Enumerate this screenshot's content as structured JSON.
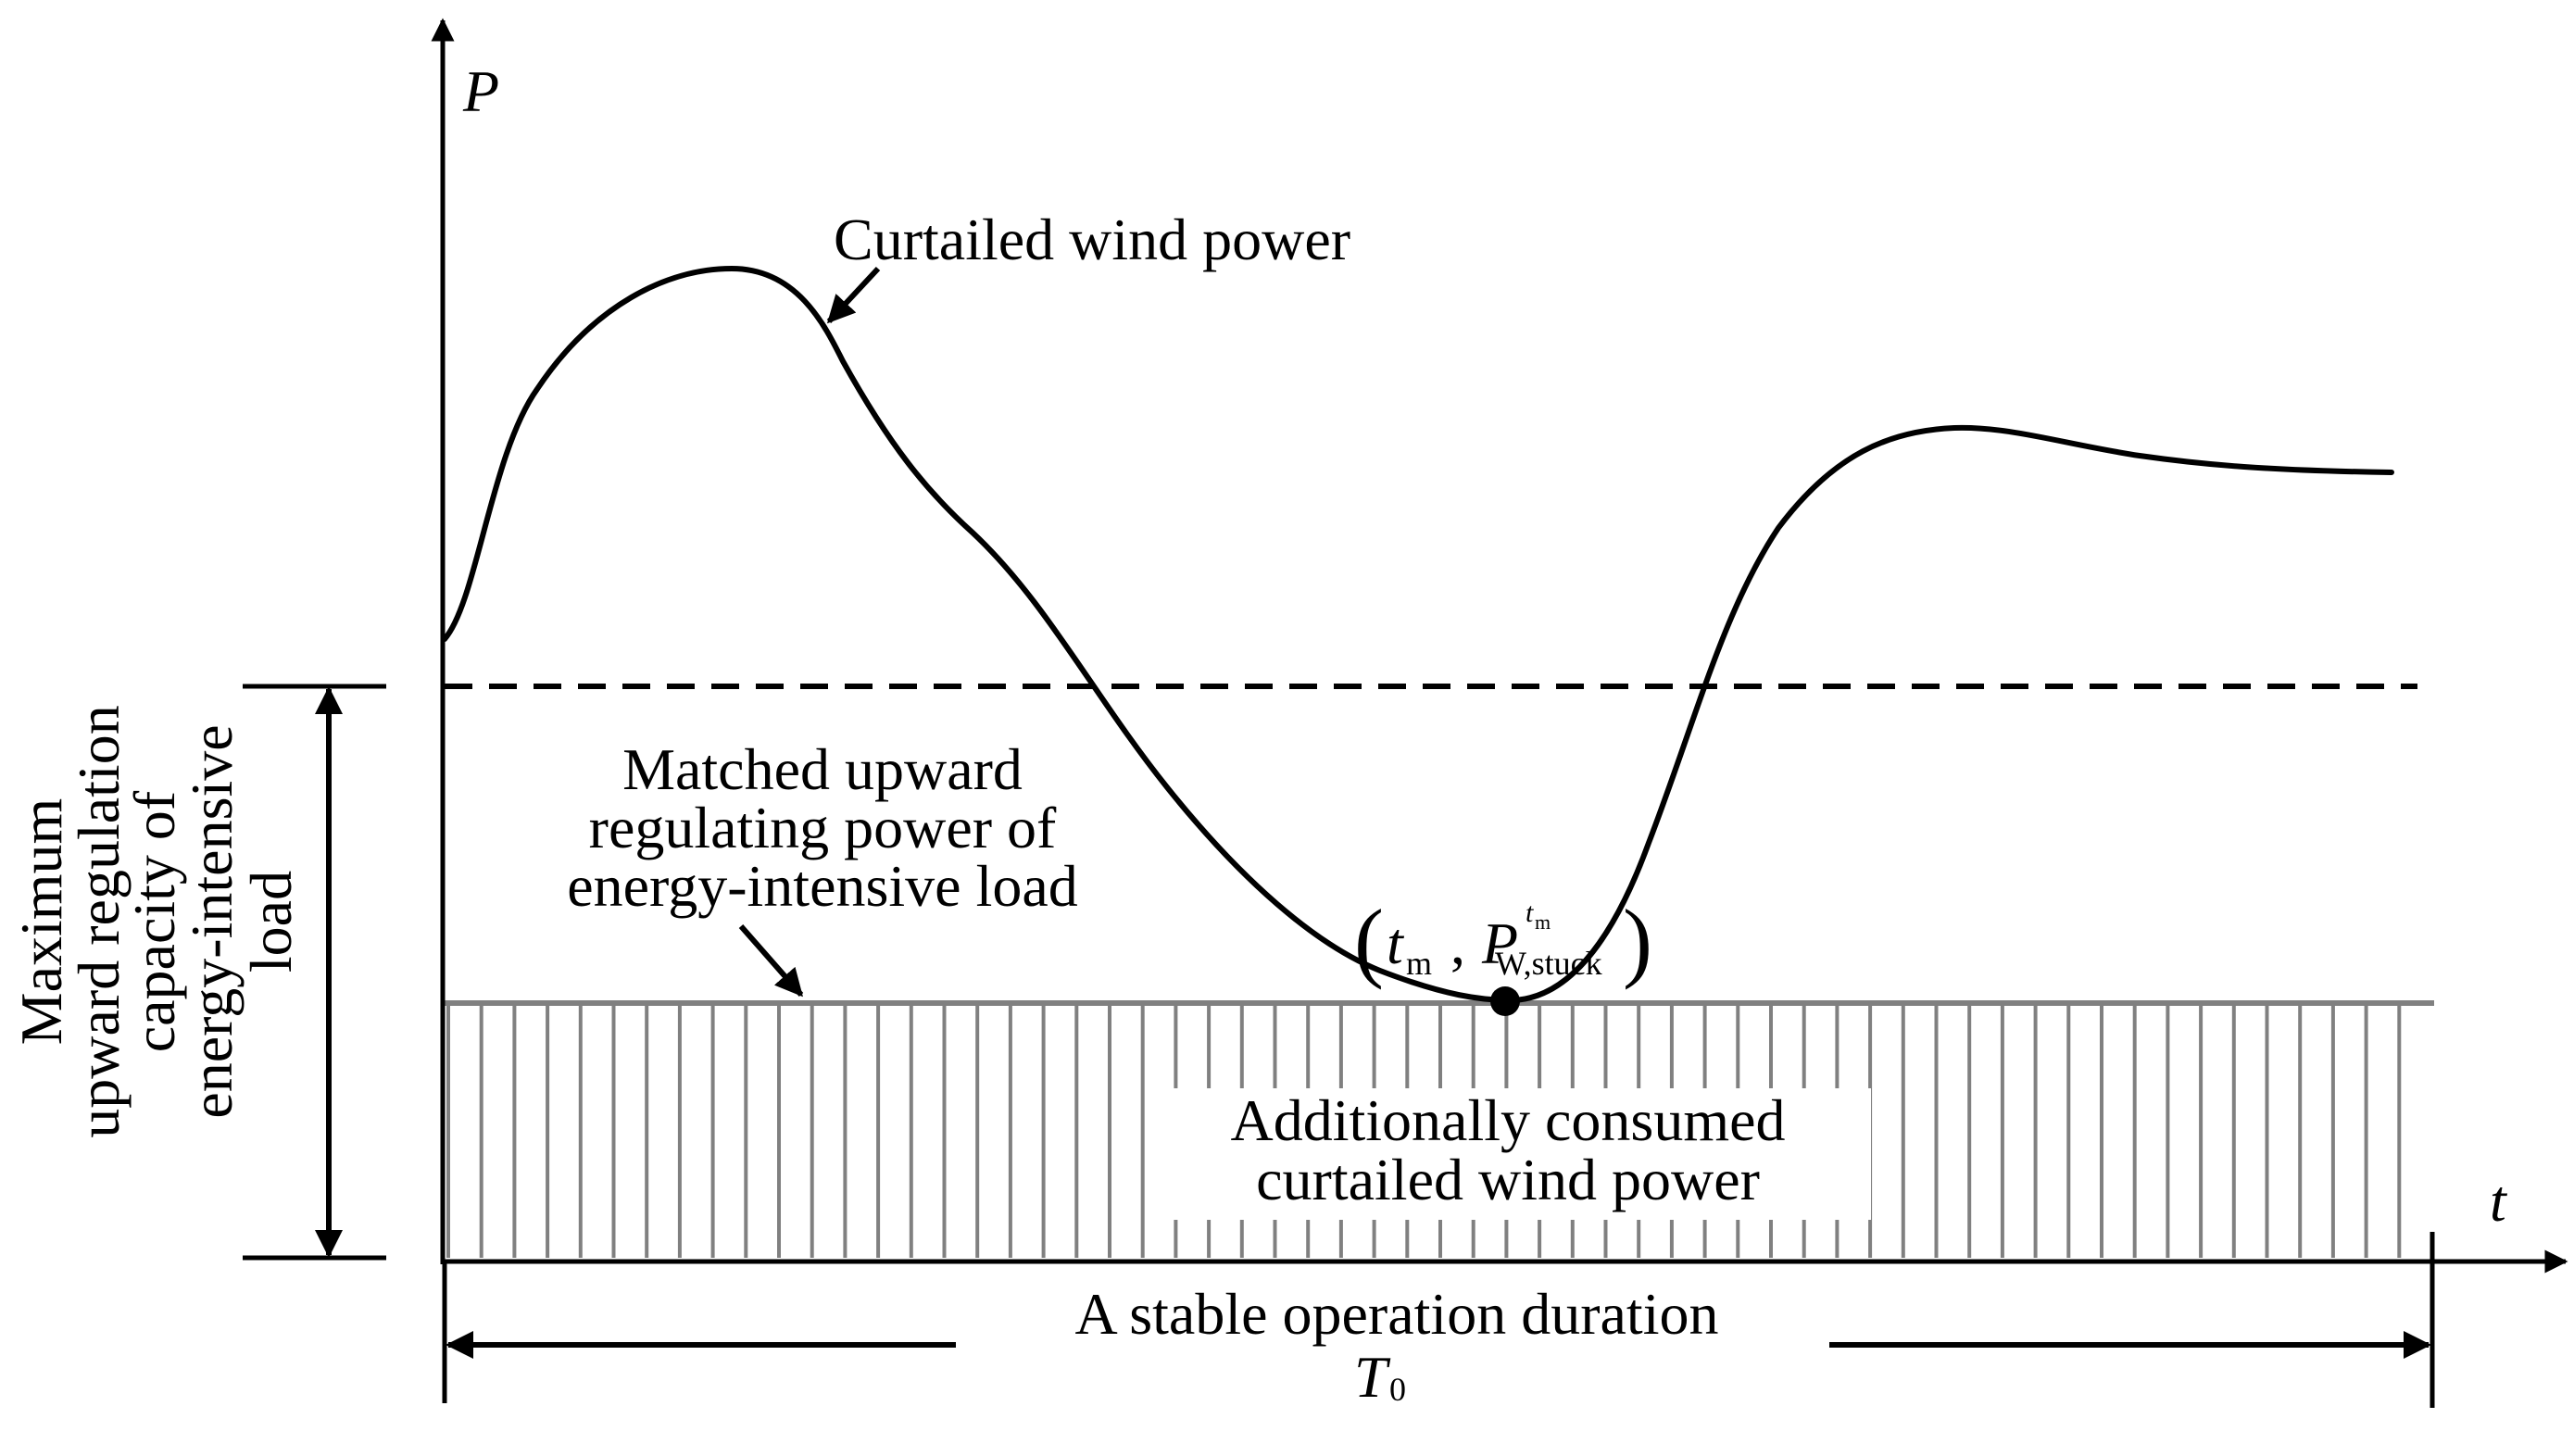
{
  "axes": {
    "y_label": "P",
    "x_label": "t"
  },
  "labels": {
    "curve": "Curtailed wind power",
    "matched_line1": "Matched upward",
    "matched_line2": "regulating power of",
    "matched_line3": "energy-intensive load",
    "max_line1": "Maximum",
    "max_line2": "upward regulation",
    "max_line3": "capacity of",
    "max_line4": "energy-intensive",
    "max_line5": "load",
    "consumed_line1": "Additionally consumed",
    "consumed_line2": "curtailed wind power",
    "duration": "A stable operation duration",
    "duration_symbol": "T",
    "duration_subscript": "0"
  },
  "point": {
    "open_paren": "(",
    "t": "t",
    "t_sub": "m",
    "comma": ",",
    "p": "P",
    "p_sup_t": "t",
    "p_sup_sub": "m",
    "p_sub": "W,stuck",
    "close_paren": ")"
  },
  "colors": {
    "ink": "#000000",
    "hatch": "#808080"
  }
}
